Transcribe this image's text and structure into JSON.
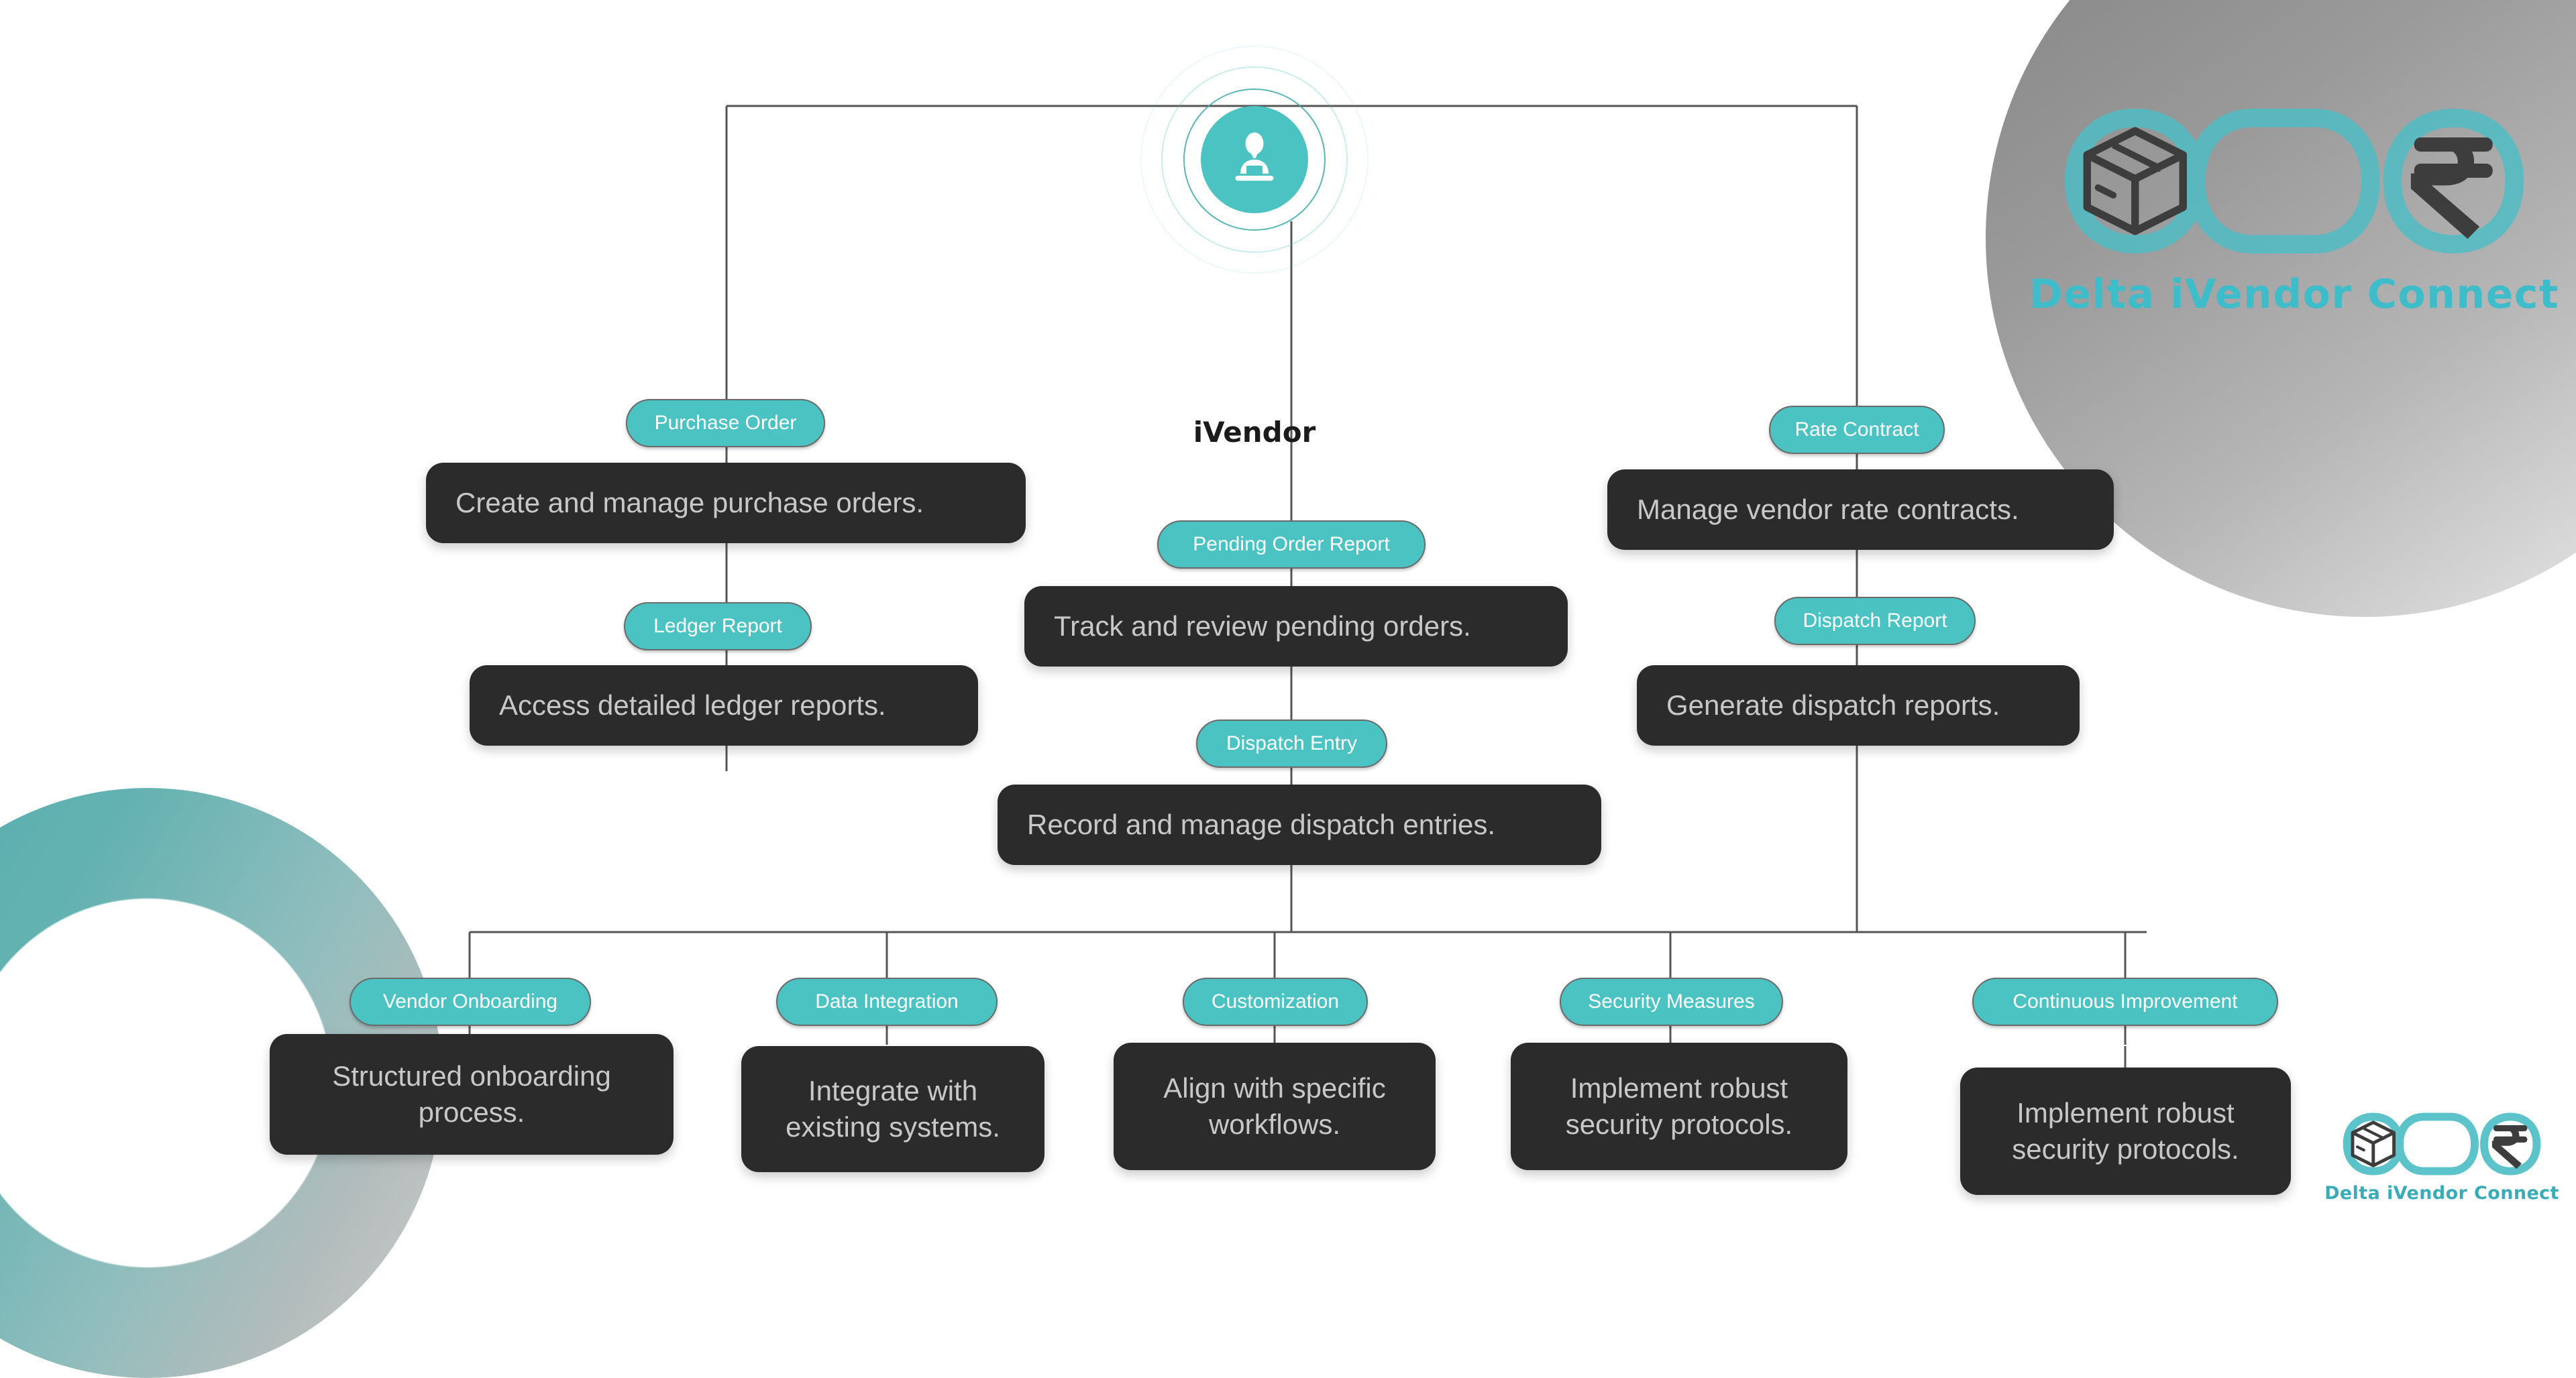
{
  "brand": {
    "name": "Delta iVendor Connect",
    "accent": "#4cc3c3",
    "wordmark_color": "#3fbcc9",
    "icon_box": "package-box-icon",
    "icon_currency": "indian-rupee-icon",
    "icon_loop": "infinity-loop-icon"
  },
  "root": {
    "label": "iVendor",
    "icon": "vendor-person-at-desk-icon"
  },
  "theme": {
    "card_bg": "#2b2b2b",
    "card_text": "#c8c8c8",
    "pill_bg": "#4cc3c3",
    "pill_text": "#ffffff",
    "connector": "#555555",
    "page_bg": "#ffffff"
  },
  "chart_data": {
    "type": "diagram",
    "title": "iVendor",
    "layout": "hierarchical-mind-map",
    "branches": [
      {
        "column": "left",
        "nodes": [
          {
            "label": "Purchase Order",
            "description": "Create and manage purchase orders."
          },
          {
            "label": "Ledger Report",
            "description": "Access detailed ledger reports."
          }
        ]
      },
      {
        "column": "center",
        "nodes": [
          {
            "label": "Pending Order Report",
            "description": "Track and review pending orders."
          },
          {
            "label": "Dispatch Entry",
            "description": "Record and manage dispatch entries."
          }
        ]
      },
      {
        "column": "right",
        "nodes": [
          {
            "label": "Rate Contract",
            "description": "Manage vendor rate contracts."
          },
          {
            "label": "Dispatch Report",
            "description": "Generate dispatch reports."
          }
        ]
      },
      {
        "column": "bottom",
        "nodes": [
          {
            "label": "Vendor Onboarding",
            "description": "Structured onboarding process."
          },
          {
            "label": "Data Integration",
            "description": "Integrate with existing systems."
          },
          {
            "label": "Customization",
            "description": "Align with specific workflows."
          },
          {
            "label": "Security Measures",
            "description": "Implement robust security protocols."
          },
          {
            "label": "Continuous Improvement",
            "description": "Implement robust security protocols."
          }
        ]
      }
    ]
  }
}
